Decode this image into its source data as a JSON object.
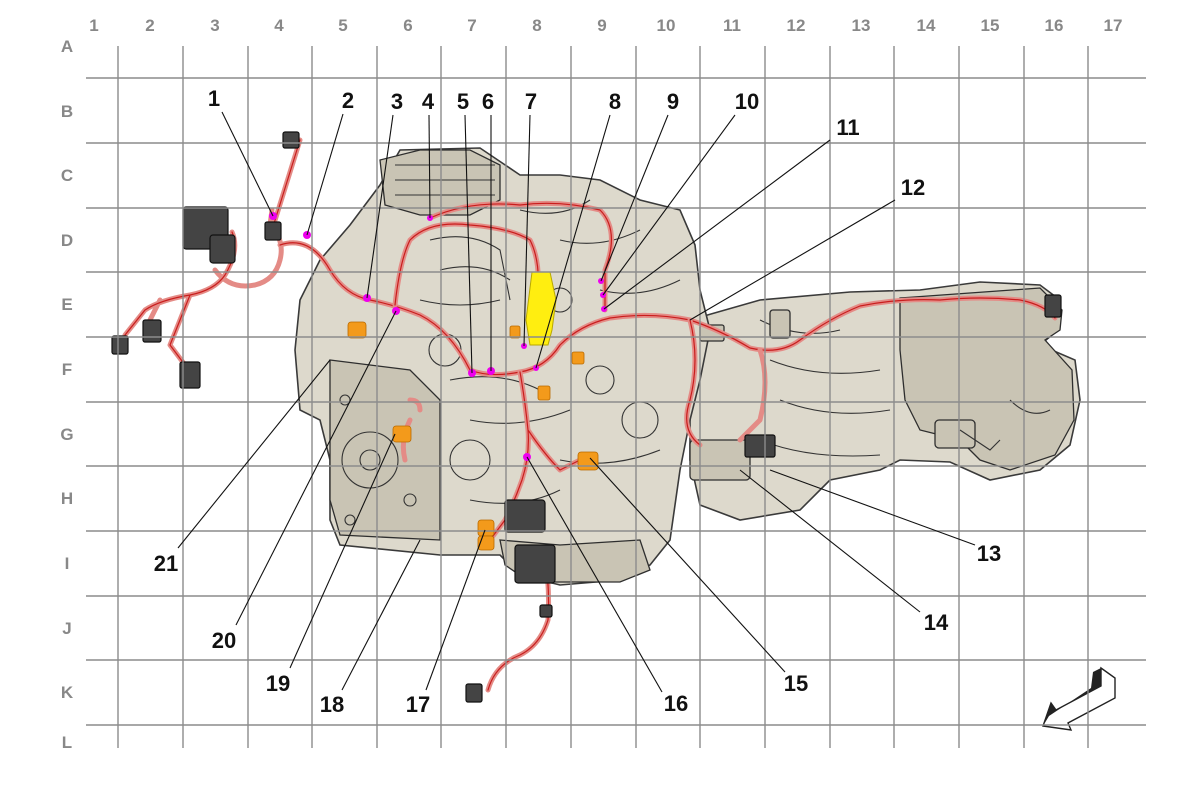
{
  "diagram": {
    "columns": [
      "1",
      "2",
      "3",
      "4",
      "5",
      "6",
      "7",
      "8",
      "9",
      "10",
      "11",
      "12",
      "13",
      "14",
      "15",
      "16",
      "17"
    ],
    "rows": [
      "A",
      "B",
      "C",
      "D",
      "E",
      "F",
      "G",
      "H",
      "I",
      "J",
      "K",
      "L"
    ],
    "callouts": [
      "1",
      "2",
      "3",
      "4",
      "5",
      "6",
      "7",
      "8",
      "9",
      "10",
      "11",
      "12",
      "13",
      "14",
      "15",
      "16",
      "17",
      "18",
      "19",
      "20",
      "21"
    ],
    "highlight_colors": {
      "splice": "#ee00ee",
      "connector": "#f39a1b",
      "component": "#ffee10",
      "harness": "#e48b86"
    },
    "orientation_arrow": "front-arrow-icon"
  }
}
